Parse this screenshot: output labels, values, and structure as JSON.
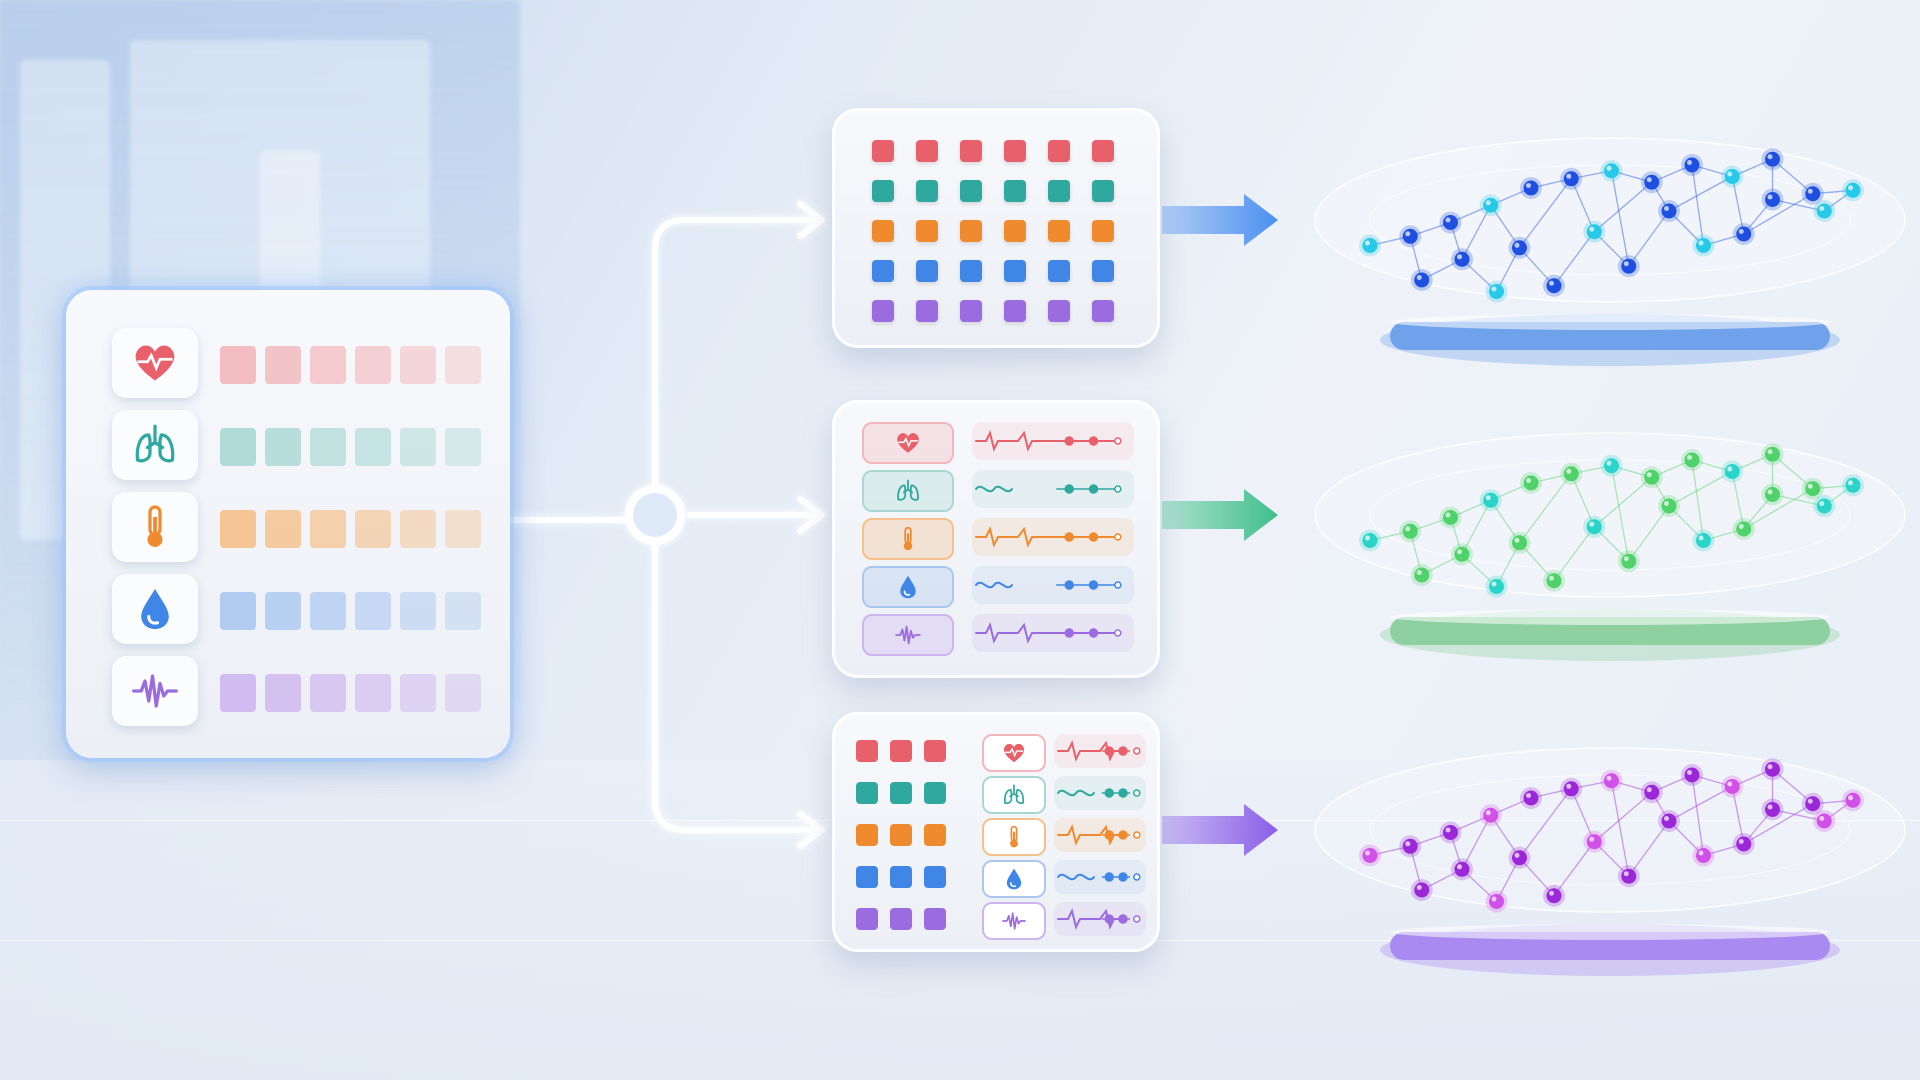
{
  "colors": {
    "vitals": [
      "#e8606a",
      "#2fa8a0",
      "#ef8a2f",
      "#3f86e6",
      "#9b6be0"
    ],
    "vitals_light": [
      "#f3b6ba",
      "#a9d8d3",
      "#f5c08b",
      "#aac7f0",
      "#cdb5ef"
    ],
    "branch_arrows": [
      "#4a90f0",
      "#3fbf8a",
      "#8a5ee8"
    ],
    "graph_nodes": [
      [
        "#1f4fe0",
        "#27c9e8"
      ],
      [
        "#4fd26a",
        "#2bd4c8"
      ],
      [
        "#9a28d8",
        "#d050e8"
      ]
    ],
    "platforms": [
      "#6fa2ea",
      "#8fd0a0",
      "#a98af0"
    ]
  },
  "source_card": {
    "icons": [
      "heart-icon",
      "lungs-icon",
      "thermometer-icon",
      "blood-drop-icon",
      "waveform-icon"
    ]
  },
  "branches": [
    {
      "name": "grid",
      "rows": 5,
      "cols": 6
    },
    {
      "name": "signal",
      "icons": [
        "heart-icon",
        "lungs-icon",
        "thermometer-icon",
        "blood-drop-icon",
        "waveform-icon"
      ]
    },
    {
      "name": "hybrid",
      "icons": [
        "heart-icon",
        "lungs-icon",
        "thermometer-icon",
        "blood-drop-icon",
        "waveform-icon"
      ]
    }
  ]
}
